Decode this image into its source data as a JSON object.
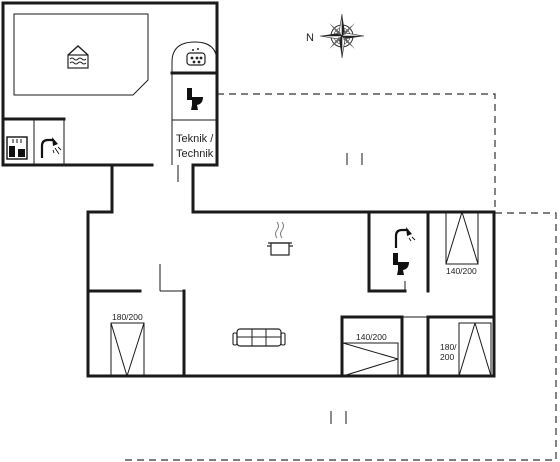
{
  "labels": {
    "tech_room_line1": "Teknik /",
    "tech_room_line2": "Technik",
    "bed_bottom_left": "180/200",
    "bed_right_top": "140/200",
    "bed_middle": "140/200",
    "bed_right_line1": "180/",
    "bed_right_line2": "200",
    "compass_north": "N"
  },
  "icons": [
    "pool-icon",
    "whirlpool-icon",
    "toilet-icon",
    "sauna-icon",
    "shower-icon",
    "kitchen-pot-icon",
    "sofa-icon",
    "bed-icon",
    "compass-icon"
  ]
}
